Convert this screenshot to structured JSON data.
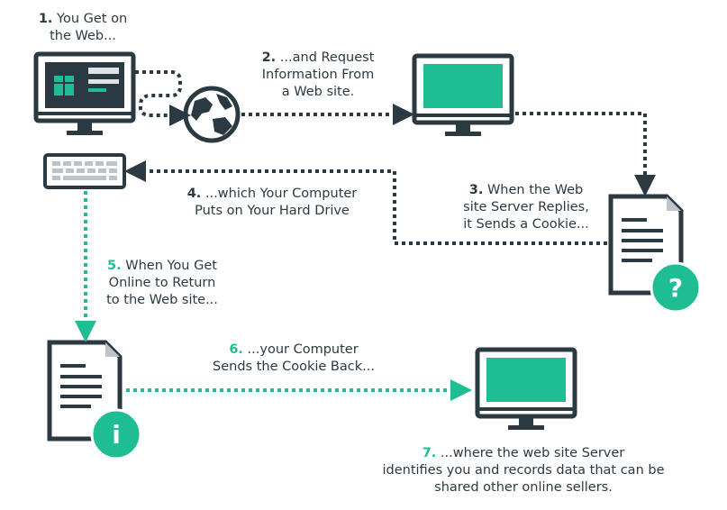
{
  "colors": {
    "dark": "#2b3a42",
    "accent": "#1fbd94",
    "screen_dark": "#2b3a42",
    "gray": "#dfe3e6"
  },
  "icons": {
    "desktop_user": "monitor-icon",
    "globe": "globe-icon",
    "web_server": "monitor-icon",
    "keyboard": "keyboard-icon",
    "cookie_doc": "document-question-icon",
    "return_doc": "document-info-icon",
    "final_monitor": "monitor-icon"
  },
  "steps": [
    {
      "num": "1.",
      "lines": [
        "You Get on",
        "the Web..."
      ]
    },
    {
      "num": "2.",
      "lines": [
        "...and Request",
        "Information From",
        "a Web site."
      ]
    },
    {
      "num": "3.",
      "lines": [
        "When the Web",
        "site Server Replies,",
        "it Sends a Cookie..."
      ]
    },
    {
      "num": "4.",
      "lines": [
        "...which Your Computer",
        "Puts on Your Hard Drive"
      ]
    },
    {
      "num": "5.",
      "lines": [
        "When You Get",
        "Online to Return",
        "to the Web site..."
      ]
    },
    {
      "num": "6.",
      "lines": [
        "...your Computer",
        "Sends the Cookie Back..."
      ]
    },
    {
      "num": "7.",
      "lines": [
        "...where the web site Server",
        "identifies you and records data that can be",
        "shared other online sellers."
      ]
    }
  ],
  "badges": {
    "question": "?",
    "info": "i"
  }
}
